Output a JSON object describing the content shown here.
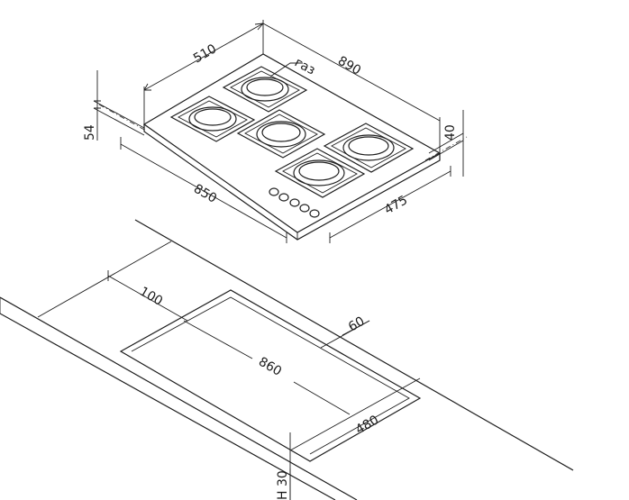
{
  "hob": {
    "width_label": "510",
    "gas_label": "газ",
    "depth_label": "890",
    "height_left_label": "54",
    "height_right_label": "40",
    "front_label": "850",
    "side_label": "475"
  },
  "countertop": {
    "offset_left_label": "100",
    "offset_back_label": "60",
    "cutout_length_label": "860",
    "cutout_width_label": "480",
    "thickness_label": "H 30"
  },
  "colors": {
    "line": "#1e1e1e",
    "background": "#ffffff"
  }
}
